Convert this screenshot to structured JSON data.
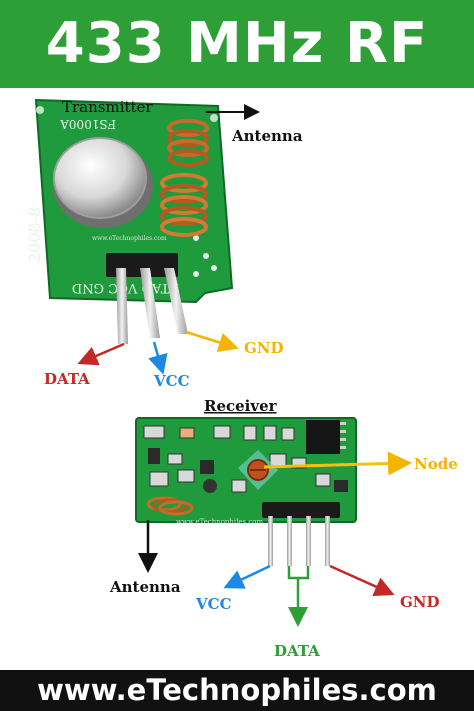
{
  "banner": {
    "title": "433 MHz RF"
  },
  "transmitter": {
    "heading": "Transmitter",
    "board_text": {
      "model": "FS1000A",
      "date": "2008-8",
      "pins": "ATAD VCC GND",
      "url": "www.eTechnophiles.com"
    },
    "labels": {
      "antenna": "Antenna",
      "data": "DATA",
      "vcc": "VCC",
      "gnd": "GND"
    }
  },
  "receiver": {
    "heading": "Receiver",
    "board_text": {
      "url": "www.eTechnophiles.com"
    },
    "labels": {
      "node": "Node",
      "antenna": "Antenna",
      "vcc": "VCC",
      "gnd": "GND",
      "data": "DATA"
    }
  },
  "colors": {
    "banner": "#2e9e36",
    "footer": "#111111",
    "data": "#c62828",
    "vcc": "#1e88e5",
    "gnd": "#f4b400",
    "node": "#f4c20d",
    "rx_data": "#2e9e36"
  },
  "footer": {
    "url": "www.eTechnophiles.com"
  }
}
